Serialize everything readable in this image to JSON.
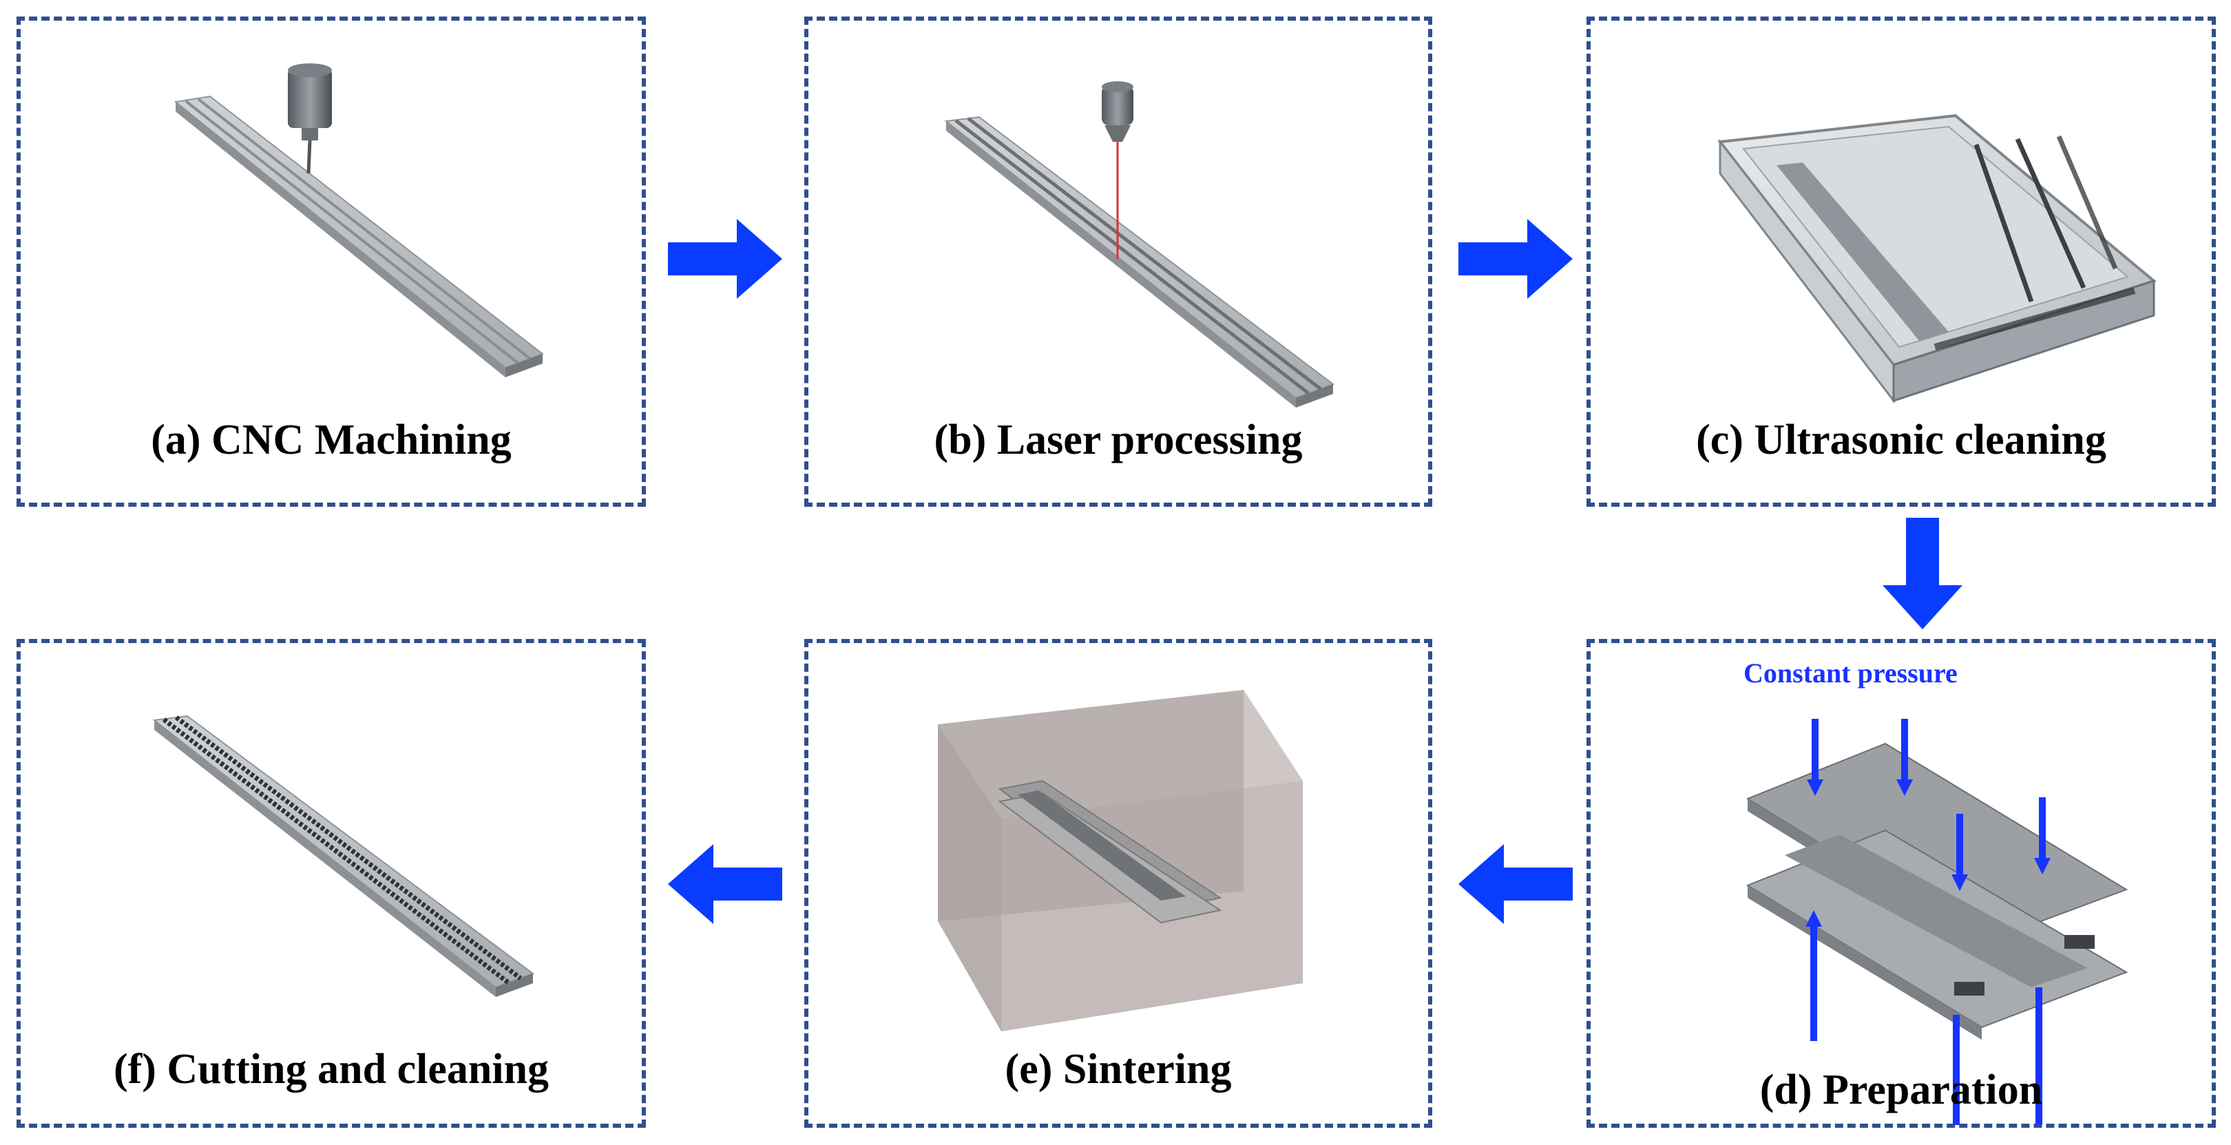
{
  "panels": {
    "a": {
      "label": "(a) CNC Machining"
    },
    "b": {
      "label": "(b) Laser processing"
    },
    "c": {
      "label": "(c) Ultrasonic cleaning"
    },
    "d": {
      "label": "(d) Preparation",
      "note": "Constant pressure"
    },
    "e": {
      "label": "(e) Sintering"
    },
    "f": {
      "label": "(f) Cutting and cleaning"
    }
  },
  "colors": {
    "border": "#2f4f8f",
    "arrow": "#0a3cff",
    "note": "#1733ff",
    "laser": "#e03030"
  },
  "arrows": [
    {
      "from": "a",
      "to": "b",
      "direction": "right"
    },
    {
      "from": "b",
      "to": "c",
      "direction": "right"
    },
    {
      "from": "c",
      "to": "d",
      "direction": "down"
    },
    {
      "from": "d",
      "to": "e",
      "direction": "left"
    },
    {
      "from": "e",
      "to": "f",
      "direction": "left"
    }
  ]
}
